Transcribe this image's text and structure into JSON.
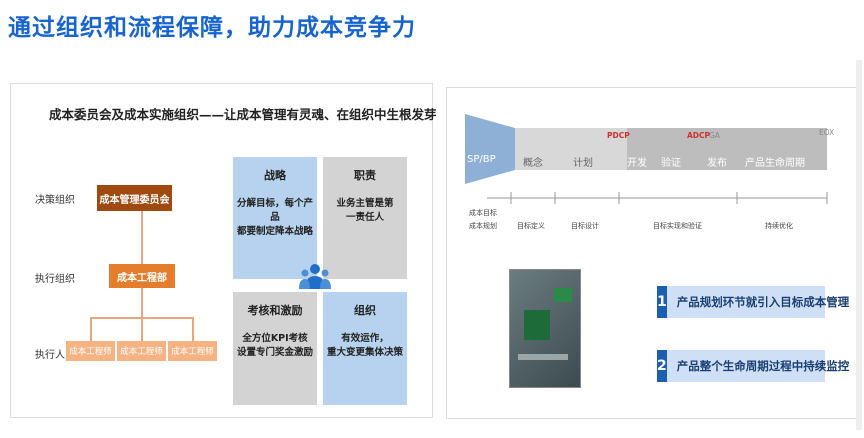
{
  "page_title": "通过组织和流程保障，助力成本竞争力",
  "left": {
    "title": "成本委员会及成本实施组织——让成本管理有灵魂、在组织中生根发芽",
    "rows": {
      "decision": "决策组织",
      "execution": "执行组织",
      "staff": "执行人员"
    },
    "committee": "成本管理委员会",
    "dept": "成本工程部",
    "engineers": [
      "成本工程师",
      "成本工程师",
      "成本工程师"
    ],
    "quadrants": {
      "strategy": {
        "title": "战略",
        "desc1": "分解目标，每个产品",
        "desc2": "都要制定降本战略"
      },
      "duty": {
        "title": "职责",
        "desc1": "业务主管是第",
        "desc2": "一责任人"
      },
      "assess": {
        "title": "考核和激励",
        "desc1": "全方位KPI考核",
        "desc2": "设置专门奖金激励"
      },
      "org": {
        "title": "组织",
        "desc1": "有效运作，",
        "desc2": "重大变更集体决策"
      }
    }
  },
  "right": {
    "stages": [
      "SP/BP",
      "概念",
      "计划",
      "开发",
      "验证",
      "发布",
      "产品生命周期"
    ],
    "milestones": {
      "pdcp": "PDCP",
      "adcp": "ADCP",
      "ga": "GA",
      "eox": "EOX"
    },
    "phases": [
      "成本目标",
      "成本规划",
      "目标定义",
      "目标设计",
      "目标实现和验证",
      "持续优化"
    ],
    "callouts": [
      {
        "num": "1",
        "text": "产品规划环节就引入目标成本管理"
      },
      {
        "num": "2",
        "text": "产品整个生命周期过程中持续监控"
      }
    ]
  }
}
